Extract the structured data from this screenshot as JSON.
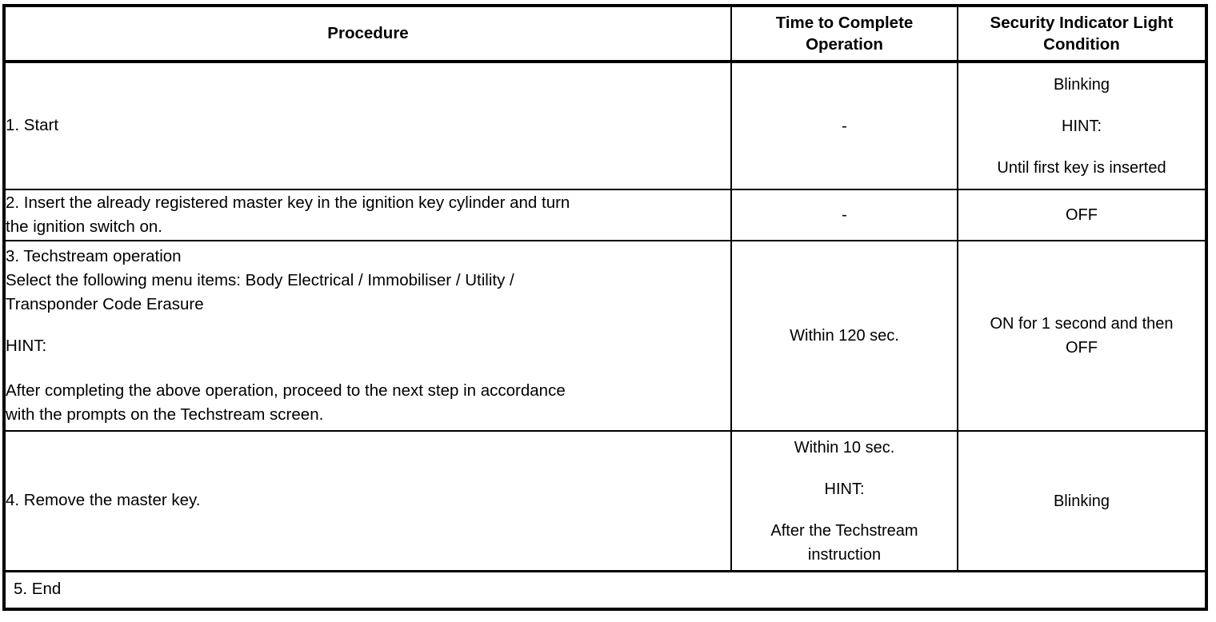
{
  "table": {
    "columns": [
      {
        "key": "procedure",
        "header": "Procedure"
      },
      {
        "key": "time",
        "header_line1": "Time to Complete",
        "header_line2": "Operation"
      },
      {
        "key": "light",
        "header_line1": "Security Indicator Light",
        "header_line2": "Condition"
      }
    ],
    "rows": [
      {
        "id": "row-1",
        "procedure": {
          "line1": "1. Start"
        },
        "time": {
          "value": "-"
        },
        "light": {
          "line1": "Blinking",
          "line2": "HINT:",
          "line3": "Until first key is inserted"
        }
      },
      {
        "id": "row-2",
        "procedure": {
          "line1": "2. Insert the already registered master key in the ignition key cylinder and turn",
          "line2": "the ignition switch on."
        },
        "time": {
          "value": "-"
        },
        "light": {
          "line1": "OFF"
        }
      },
      {
        "id": "row-3",
        "procedure": {
          "line1": "3. Techstream operation",
          "line2": "Select the following menu items: Body Electrical / Immobiliser / Utility /",
          "line3": "Transponder Code Erasure",
          "line4": "HINT:",
          "line5": "After completing the above operation, proceed to the next step in accordance",
          "line6": "with the prompts on the Techstream screen."
        },
        "time": {
          "value": "Within 120 sec."
        },
        "light": {
          "line1": "ON for 1 second and then",
          "line2": "OFF"
        }
      },
      {
        "id": "row-4",
        "procedure": {
          "line1": "4. Remove the master key."
        },
        "time": {
          "line1": "Within 10 sec.",
          "line2": "HINT:",
          "line3": "After the Techstream",
          "line4": "instruction"
        },
        "light": {
          "line1": "Blinking"
        }
      },
      {
        "id": "row-5",
        "procedure": {
          "line1": "5. End"
        }
      }
    ]
  }
}
